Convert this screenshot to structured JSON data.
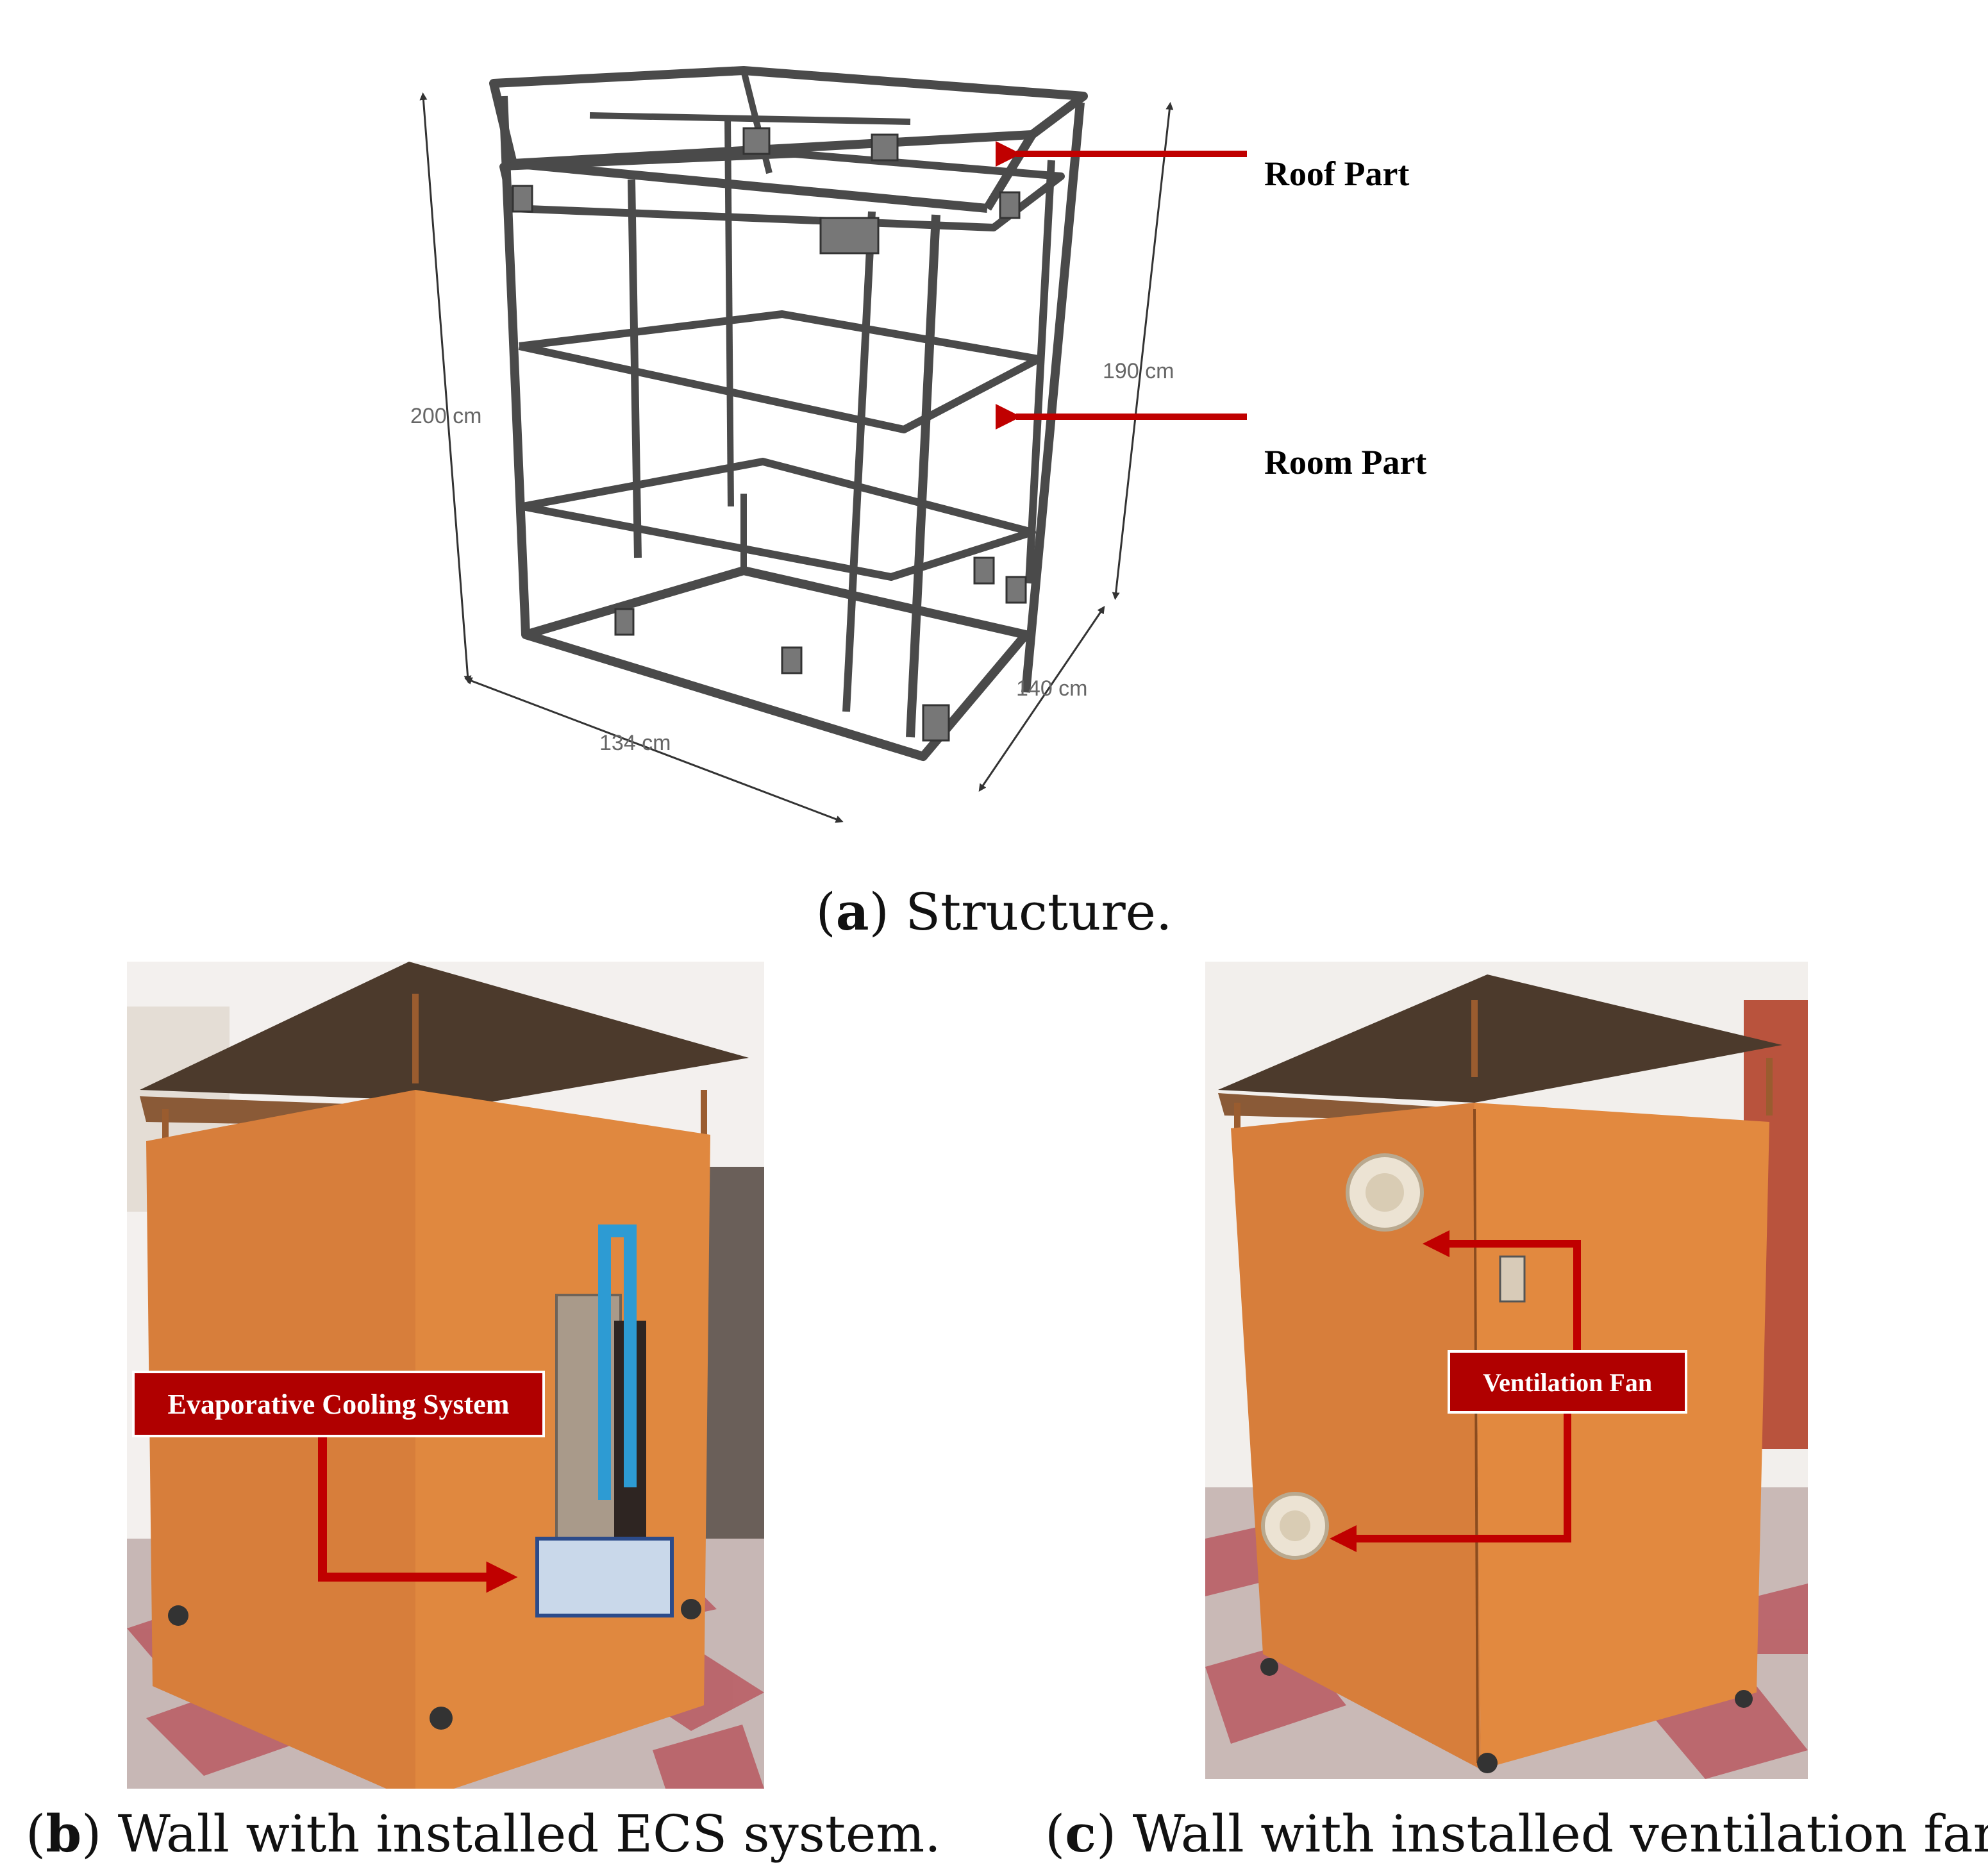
{
  "panel_a": {
    "dimensions": {
      "height_left": "200 cm",
      "height_right": "190 cm",
      "width_front": "134 cm",
      "depth_side": "140 cm"
    },
    "labels": {
      "roof": "Roof Part",
      "room": "Room Part"
    },
    "caption": {
      "letter": "a",
      "text": " Structure."
    }
  },
  "panel_b": {
    "callout": "Evaporative Cooling System",
    "caption": {
      "letter": "b",
      "text": " Wall with installed ECS system."
    }
  },
  "panel_c": {
    "callout": "Ventilation Fan",
    "caption": {
      "letter": "c",
      "text": " Wall with installed ventilation fans."
    }
  },
  "colors": {
    "arrow_red": "#c00000",
    "callout_bg": "#b00000",
    "wall_orange": "#d9823f",
    "frame_grey": "#555555"
  }
}
